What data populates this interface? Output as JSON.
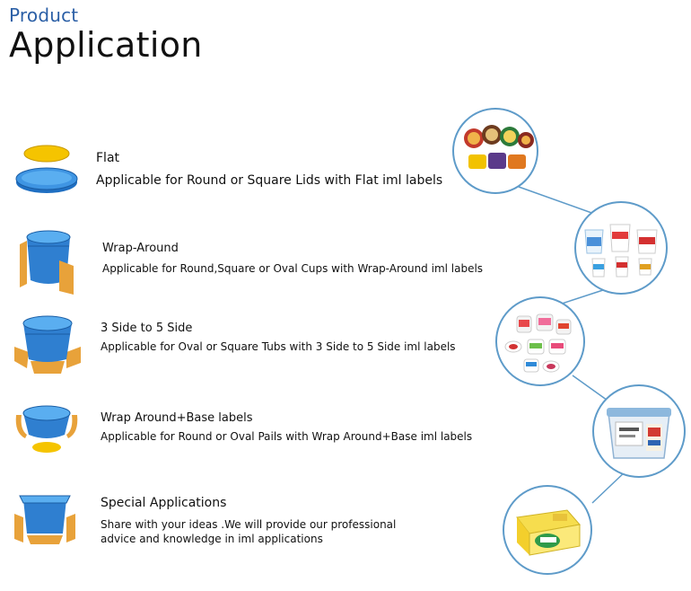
{
  "header": {
    "subtitle": "Product",
    "title": "Application"
  },
  "items": [
    {
      "title": "Flat",
      "desc": "Applicable for Round or Square Lids with Flat iml labels"
    },
    {
      "title": "Wrap-Around",
      "desc": "Applicable for Round,Square or Oval Cups with Wrap-Around iml labels"
    },
    {
      "title": "3 Side to 5 Side",
      "desc": "Applicable for Oval or Square Tubs with 3 Side to 5 Side iml labels"
    },
    {
      "title": "Wrap Around+Base labels",
      "desc": "Applicable for Round or Oval Pails with Wrap Around+Base iml labels"
    },
    {
      "title": "Special Applications",
      "desc": "Share with your ideas .We will provide our professional advice and knowledge in iml applications"
    }
  ],
  "colors": {
    "accent": "#2b5fa6",
    "circle_border": "#5e9bc9",
    "container_blue": "#2f7fd0",
    "label_orange": "#e8a23a",
    "lid_yellow": "#f5c400"
  },
  "icons": [
    "flat-lid-icon",
    "wrap-around-cup-icon",
    "side-tub-icon",
    "pail-base-icon",
    "square-container-icon"
  ]
}
